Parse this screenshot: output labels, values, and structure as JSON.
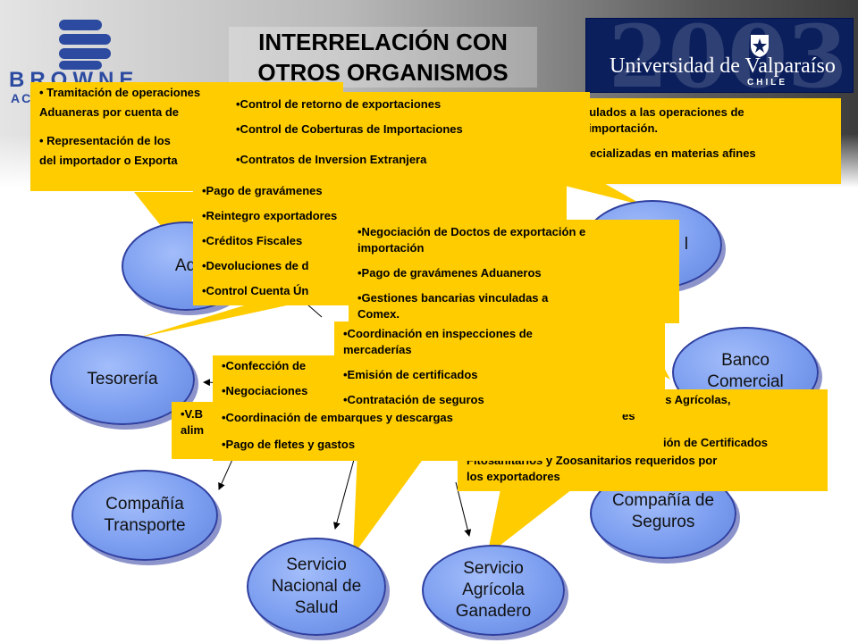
{
  "header": {
    "title_line1": "INTERRELACIÓN CON",
    "title_line2": "OTROS ORGANISMOS",
    "brand_text": "BROWNE",
    "brand_sub": "AC",
    "university_name": "Universidad de Valparaíso",
    "university_country": "CHILE",
    "year": "2003"
  },
  "nodes": {
    "aduana": "Adua",
    "banco_central": "l",
    "tesoreria": "Tesorería",
    "banco_comercial_1": "Banco",
    "banco_comercial_2": "Comercial",
    "transporte_1": "Compañía",
    "transporte_2": "Transporte",
    "seguros_1": "Compañía de",
    "seguros_2": "Seguros",
    "salud_1": "Servicio",
    "salud_2": "Nacional de",
    "salud_3": "Salud",
    "sag_1": "Servicio",
    "sag_2": "Agrícola",
    "sag_3": "Ganadero"
  },
  "callouts": {
    "agente": {
      "l1": "• Tramitación de operaciones",
      "l2": "Aduaneras por cuenta de",
      "l3": "• Representación de los",
      "l4": "del importador o Exporta"
    },
    "banco_central": {
      "l1": "•Control de retorno de exportaciones",
      "l2": "•Control de Coberturas de Importaciones",
      "l3": "•Contratos de Inversion Extranjera"
    },
    "universidad": {
      "l1": "culados a las operaciones de",
      "l2": "importación.",
      "l3": "pecializadas en materias afines"
    },
    "tesoreria": {
      "l1": "•Pago de gravámenes",
      "l2": "•Reintegro exportadores",
      "l3": "•Créditos Fiscales",
      "l4": "•Devoluciones de d",
      "l5": "•Control Cuenta Ún"
    },
    "banco_comercial": {
      "l1": "•Negociación de Doctos de exportación e",
      "l2": "importación",
      "l3": "•Pago de gravámenes Aduaneros",
      "l4": "•Gestiones bancarias vinculadas a",
      "l5": "Comex."
    },
    "seguros": {
      "l1": "•Coordinación en inspecciones de",
      "l2": "mercaderías",
      "l3": "•Emisión de certificados",
      "l4": "•Contratación de seguros"
    },
    "transporte": {
      "l1": "•Confección de",
      "l2": "•Negociaciones",
      "l3": "•Coordinación de embarques y descargas",
      "l4": "•Pago de fletes y gastos"
    },
    "salud": {
      "l1": "•V.B",
      "l2": "alim"
    },
    "sag": {
      "l1": "tos Agrícolas,",
      "l2": "es",
      "l3": "ión de Certificados",
      "l4": "Fitosanitarios y Zoosanitarios requeridos por",
      "l5": "los exportadores"
    }
  },
  "colors": {
    "callout": "#ffcc00",
    "node_fill": "#7c9ef0",
    "node_border": "#2f3f9f",
    "brand": "#2b4aa0",
    "university_bg": "#0b1f5c"
  }
}
